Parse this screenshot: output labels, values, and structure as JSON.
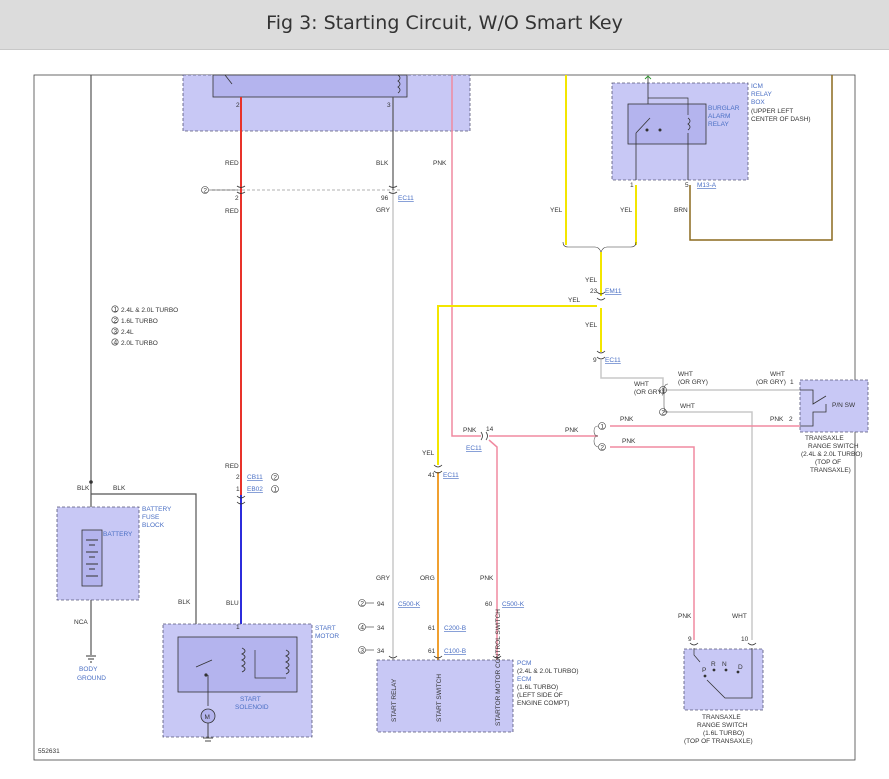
{
  "title": "Fig 3: Starting Circuit, W/O Smart Key",
  "figure_id": "552631",
  "legend": [
    "2.4L & 2.0L TURBO",
    "1.6L TURBO",
    "2.4L",
    "2.0L TURBO"
  ],
  "colors": {
    "red": "#e8322a",
    "blk": "#555555",
    "pnk": "#f08aa0",
    "gry": "#c8c8c8",
    "yel": "#f3e600",
    "brn": "#8b6a1e",
    "org": "#f0a030",
    "blu": "#2c2cdc",
    "wht": "#c8c8c8",
    "box_fill": "#c8c8f5",
    "box_stroke": "#555577"
  },
  "wires": {
    "red": "RED",
    "blk": "BLK",
    "pnk": "PNK",
    "gry": "GRY",
    "yel": "YEL",
    "brn": "BRN",
    "org": "ORG",
    "blu": "BLU",
    "wht": "WHT",
    "wht_or_gry": "(OR GRY)",
    "nca": "NCA"
  },
  "connectors": {
    "ec11": "EC11",
    "em11": "EM11",
    "m13a": "M13-A",
    "cb11": "CB11",
    "eb02": "EB02",
    "c500k": "C500-K",
    "c200b": "C200-B",
    "c100b": "C100-B"
  },
  "pins": {
    "p1": "1",
    "p2": "2",
    "p3": "3",
    "p5": "5",
    "p9": "9",
    "p10": "10",
    "p14": "14",
    "p23": "23",
    "p34": "34",
    "p41": "41",
    "p60": "60",
    "p61": "61",
    "p94": "94",
    "p96": "96"
  },
  "markers": {
    "m1": "1",
    "m2": "2",
    "m3": "3",
    "m4": "4"
  },
  "icm": {
    "title_lines": [
      "ICM",
      "RELAY",
      "BOX"
    ],
    "note_lines": [
      "(UPPER LEFT",
      "CENTER OF DASH)"
    ],
    "relay_lines": [
      "BURGLAR",
      "ALARM",
      "RELAY"
    ]
  },
  "battery_fuse_block": [
    "BATTERY",
    "FUSE",
    "BLOCK"
  ],
  "battery_label": "BATTERY",
  "body_ground": [
    "BODY",
    "GROUND"
  ],
  "start_motor": [
    "START",
    "MOTOR"
  ],
  "start_solenoid": [
    "START",
    "SOLENOID"
  ],
  "motor_symbol": "M",
  "pcm": {
    "lines": [
      "PCM",
      "(2.4L & 2.0L TURBO)",
      "ECM",
      "(1.6L TURBO)",
      "(LEFT SIDE OF",
      "ENGINE COMPT)"
    ],
    "pins": [
      "START RELAY",
      "START SWITCH",
      "STARTOR MOTOR CONTROL SWITCH"
    ]
  },
  "trs_top": {
    "lines": [
      "TRANSAXLE",
      "RANGE SWITCH",
      "(2.4L & 2.0L TURBO)",
      "(TOP OF",
      "TRANSAXLE)"
    ],
    "switch_label": "P/N SW"
  },
  "trs_bottom": {
    "lines": [
      "TRANSAXLE",
      "RANGE SWITCH",
      "(1.6L TURBO)",
      "(TOP OF TRANSAXLE)"
    ],
    "positions": [
      "P",
      "R",
      "N",
      "D"
    ]
  }
}
